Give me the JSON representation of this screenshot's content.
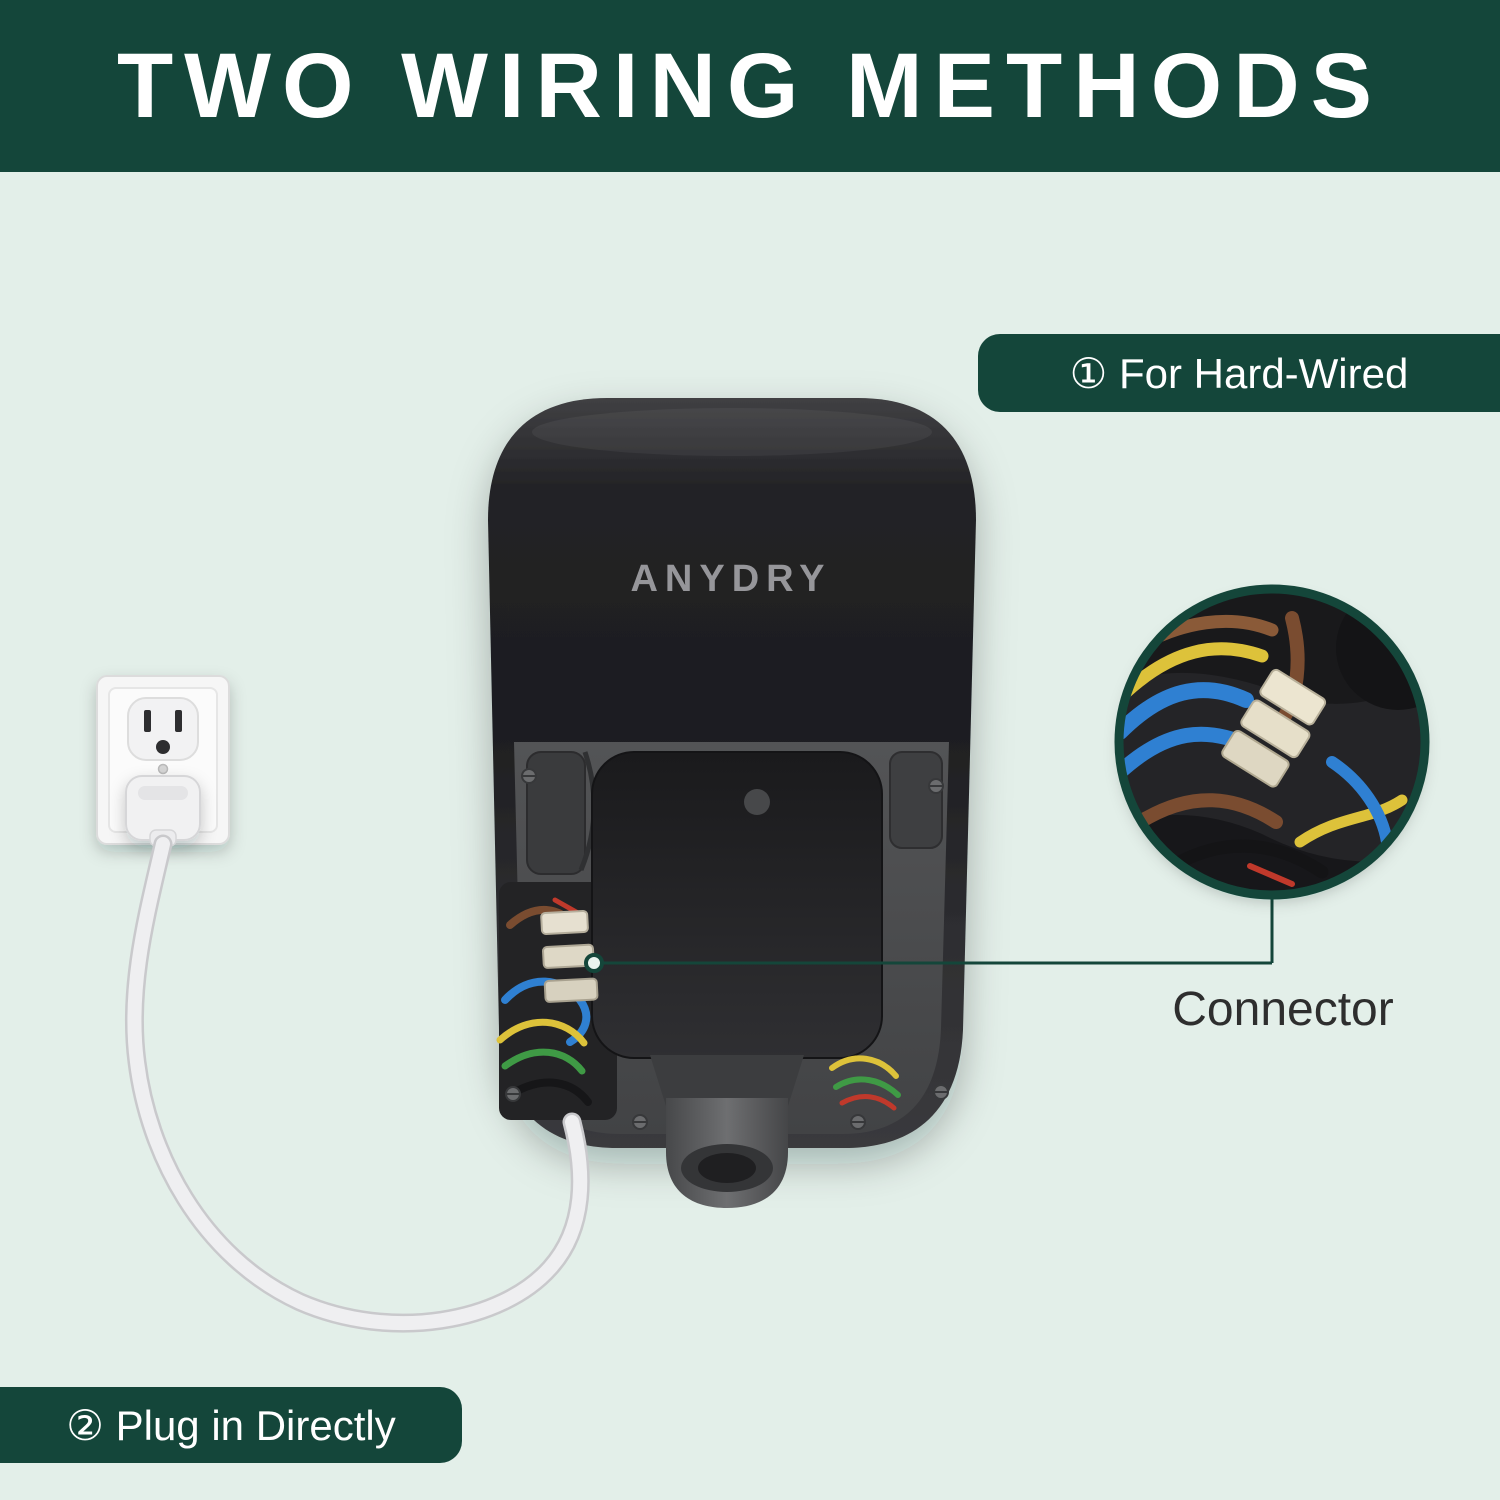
{
  "header": {
    "title": "TWO WIRING METHODS"
  },
  "annotations": {
    "hard_wired_badge": "① For Hard-Wired",
    "plug_in_badge": "② Plug in Directly",
    "connector_label": "Connector"
  },
  "device": {
    "brand": "ANYDRY"
  },
  "colors": {
    "banner_green": "#14463a",
    "background_mint": "#e3efe9",
    "callout_line": "#14463a",
    "wire_blue": "#2f80d2",
    "wire_yellow": "#ddc23a",
    "wire_brown": "#7a4c30",
    "wire_green": "#3f9a45",
    "wire_red": "#c0392b"
  }
}
